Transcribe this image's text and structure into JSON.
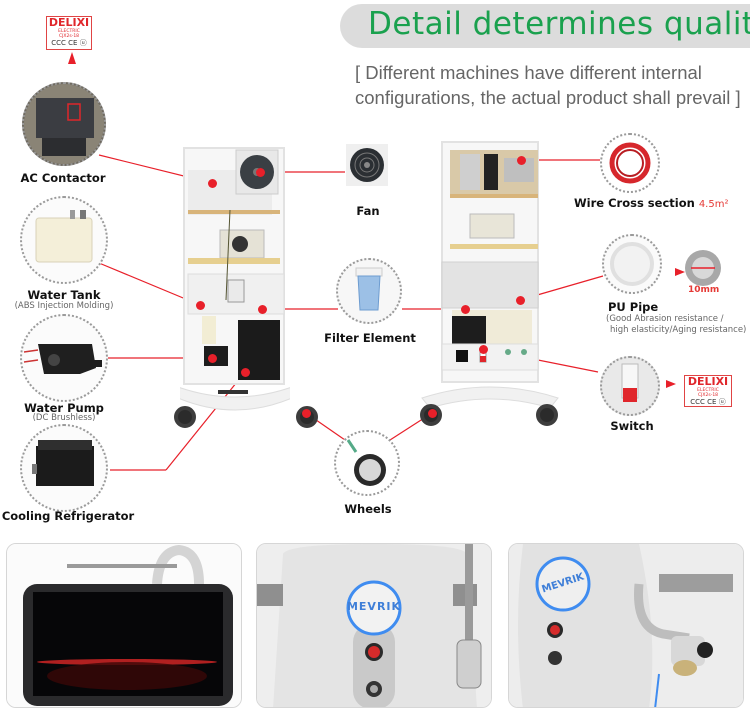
{
  "header": {
    "title": "Detail determines quality",
    "subtitle": "[ Different machines have different internal configurations, the actual product shall prevail ]"
  },
  "components": {
    "ac_contactor": {
      "label": "AC Contactor"
    },
    "water_tank": {
      "label": "Water Tank",
      "sublabel": "(ABS Injection Molding)"
    },
    "water_pump": {
      "label": "Water Pump",
      "sublabel": "(DC Brushless)"
    },
    "cooling_refrigerator": {
      "label": "Cooling Refrigerator"
    },
    "fan": {
      "label": "Fan"
    },
    "filter_element": {
      "label": "Filter Element"
    },
    "wheels": {
      "label": "Wheels"
    },
    "wire": {
      "label": "Wire Cross section",
      "value": "4.5m²"
    },
    "pu_pipe": {
      "label": "PU Pipe",
      "sublabel_line1": "(Good Abrasion resistance /",
      "sublabel_line2": "high elasticity/Aging resistance)",
      "diameter": "10mm"
    },
    "switch": {
      "label": "Switch"
    }
  },
  "badge": {
    "brand": "DELIXI",
    "sub1": "ELECTRIC",
    "sub2": "CJX2s-18",
    "certs": "CCC  CE  ⓤ"
  },
  "gallery": {
    "logo_text": "MEVRIK"
  },
  "colors": {
    "title_green": "#1aa14e",
    "pointer_red": "#e8202a",
    "pill_gray": "#dcdcdc"
  }
}
